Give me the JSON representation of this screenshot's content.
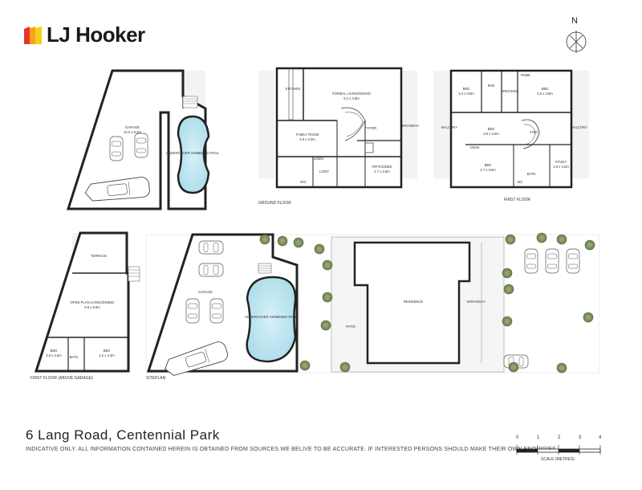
{
  "brand": {
    "name": "LJ Hooker",
    "colors": [
      "#e8322f",
      "#f7a21b",
      "#f4cf1a"
    ]
  },
  "compass": {
    "label": "N"
  },
  "plans": {
    "ground_floor": {
      "caption": "GROUND FLOOR",
      "rooms": {
        "kitchen": "KITCHEN",
        "formal": "FORMAL LIVING/DINING",
        "formal_dim": "9.1 x 3.8m",
        "family": "FAMILY ROOM",
        "family_dim": "4.6 x 4.0m",
        "foyer": "FOYER",
        "verandah": "VERANDAH",
        "linen": "LINEN",
        "ldry": "L'DRY",
        "office": "OFFICE/BED",
        "office_dim": "4.7 x 3.6m",
        "wc": "W/C"
      }
    },
    "first_floor": {
      "caption": "FIRST FLOOR",
      "rooms": {
        "bed1": "BED",
        "bed1_dim": "3.4 x 3.8m",
        "ens": "ENS",
        "dressing": "DRESSING",
        "bed2": "BED",
        "bed2_dim": "4.5 x 3.8m",
        "robe": "ROBE",
        "balcony_l": "BALCONY",
        "balcony_r": "BALCONY",
        "bed3": "BED",
        "bed3_dim": "3.6 x 2.6m",
        "void": "VOID",
        "desk": "DESK",
        "bed4": "BED",
        "bed4_dim": "4.7 x 3.6m",
        "bath": "BATH",
        "wc": "WC",
        "study": "STUDY",
        "study_dim": "1.8 x 3.0m"
      }
    },
    "garage": {
      "garage": "GARAGE",
      "garage_dim": "10.0 x 6.3m",
      "pool": "UNDERCOVER SWIMMING POOL"
    },
    "above_garage": {
      "caption": "FIRST FLOOR (ABOVE GARAGE)",
      "rooms": {
        "terrace": "TERRACE",
        "open_plan": "OPEN PLAN LIVING/DINING",
        "open_plan_dim": "5.8 x 6.8m",
        "bed1": "BED",
        "bed1_dim": "3.6 x 4.5m",
        "bed2": "BED",
        "bed2_dim": "4.2 x 4.3m",
        "bath": "BATH"
      }
    },
    "siteplan": {
      "caption": "SITEPLAN",
      "rooms": {
        "garage": "GARAGE",
        "pool": "UNDERCOVER SWIMMING POOL",
        "patio": "PATIO",
        "residence": "RESIDENCE",
        "verandah": "VERANDAH"
      }
    }
  },
  "address": "6 Lang Road, Centennial Park",
  "disclaimer": "INDICATIVE ONLY. ALL INFORMATION CONTAINED HEREIN IS OBTAINED FROM SOURCES WE BELIVE TO BE ACCURATE. IF INTERESTED PERSONS SHOULD MAKE THEIR OWN ENQUIRIES.",
  "scale": {
    "ticks": [
      "0",
      "1",
      "2",
      "3",
      "4"
    ],
    "caption": "SCALE (METRES)"
  }
}
